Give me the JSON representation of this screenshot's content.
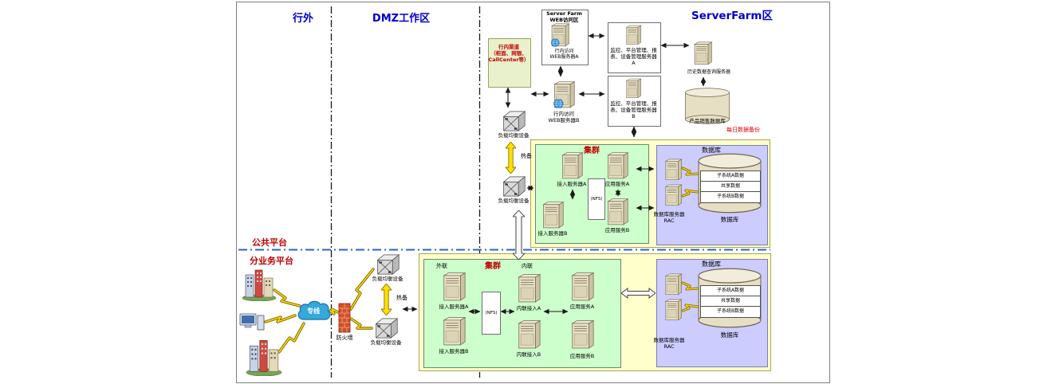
{
  "zones": {
    "outside": "行外",
    "dmz": "DMZ工作区",
    "serverfarm": "ServerFarm区"
  },
  "platforms": {
    "public": "公共平台",
    "business": "分业务平台"
  },
  "outside": {
    "cloud": "专线",
    "firewall": "防火墙"
  },
  "dmz_upper": {
    "channel_box": "行内渠道\n（柜面、网银、\nCallCenter等）",
    "lb1": "负载均衡设备",
    "lb2": "负载均衡设备",
    "hot_standby": "热备"
  },
  "dmz_lower": {
    "lb1": "负载均衡设备",
    "lb2": "负载均衡设备",
    "hot_standby": "热备"
  },
  "serverfarm": {
    "web_zone_title": "Server Farm\nWEB访问区",
    "web_server_a": "行内访问\nWEB服务器A",
    "web_server_b": "行内访问\nWEB服务器B",
    "mgmt_server_a": "监控、平台管理、报\n表、设备管理服务器A",
    "mgmt_server_b": "监控、平台管理、报\n表、设备管理服务器B",
    "history_server": "历史数据查询服务器",
    "product_db": "产品销售数据库",
    "daily_backup": "每日数据备份"
  },
  "cluster_upper": {
    "title": "集群",
    "access_server_a": "接入服务器A",
    "access_server_b": "接入服务器B",
    "nfs": "(NFS)",
    "app_server_a": "应用服务A",
    "app_server_b": "应用服务B",
    "db_box_title": "数据库",
    "rac_label": "数据库服务器\nRAC",
    "db_rows": [
      "子系统A数据",
      "共享数据",
      "子系统B数据"
    ],
    "db_cylinder_label": "数据库"
  },
  "cluster_lower": {
    "title": "集群",
    "external_label": "外联",
    "internal_label": "内联",
    "access_server_a": "接入服务器A",
    "access_server_b": "接入服务器B",
    "nfs": "(NFS)",
    "internal_access_a": "内联接入A",
    "internal_access_b": "内联接入B",
    "app_server_a": "应用服务A",
    "app_server_b": "应用服务B",
    "db_box_title": "数据库",
    "rac_label": "数据库服务器\nRAC",
    "db_rows": [
      "子系统A数据",
      "共享数据",
      "子系统B数据"
    ],
    "db_cylinder_label": "数据库"
  },
  "colors": {
    "zone_label": "#0000cc",
    "red_label": "#c00000",
    "cluster_bg": "#ffffcc",
    "green_bg": "#ccffcc",
    "purple_bg": "#ccccff",
    "hot_standby_arrow": "#ffd800"
  }
}
